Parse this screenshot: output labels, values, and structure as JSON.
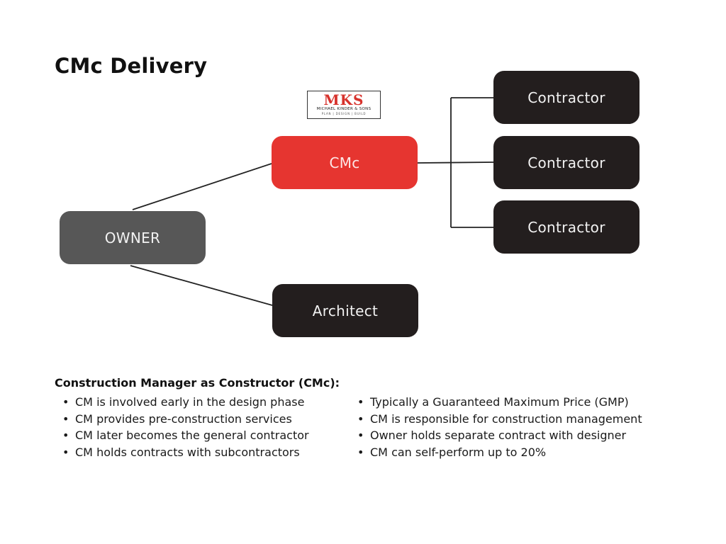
{
  "title": "CMc Delivery",
  "colors": {
    "owner": "#575757",
    "cmc": "#e63530",
    "dark_node": "#231e1e",
    "node_text": "#f2f2f2",
    "logo_red": "#d7322c"
  },
  "logo": {
    "mark": "MKS",
    "name": "MICHAEL KINDER & SONS",
    "tagline": "PLAN | DESIGN | BUILD"
  },
  "nodes": {
    "owner": "OWNER",
    "cmc": "CMc",
    "architect": "Architect",
    "contractors": [
      "Contractor",
      "Contractor",
      "Contractor"
    ]
  },
  "notes": {
    "heading": "Construction Manager as Constructor (CMc):",
    "left": [
      "CM is involved early in the design phase",
      "CM provides pre-construction services",
      "CM later becomes the general contractor",
      "CM holds contracts with subcontractors"
    ],
    "right": [
      "Typically a Guaranteed Maximum Price (GMP)",
      "CM is responsible for construction management",
      "Owner holds separate contract with designer",
      "CM can self-perform up to 20%"
    ]
  }
}
